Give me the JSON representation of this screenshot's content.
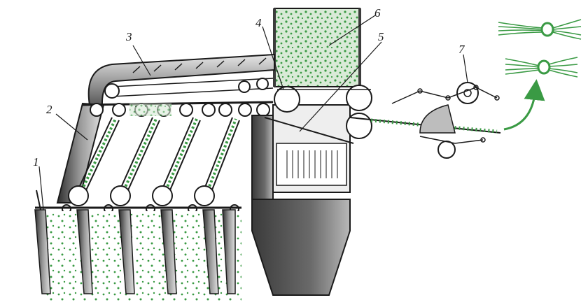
{
  "diagram": {
    "callouts": [
      {
        "id": "1",
        "text": "1"
      },
      {
        "id": "2",
        "text": "2"
      },
      {
        "id": "3",
        "text": "3"
      },
      {
        "id": "4",
        "text": "4"
      },
      {
        "id": "5",
        "text": "5"
      },
      {
        "id": "6",
        "text": "6"
      },
      {
        "id": "7",
        "text": "7"
      }
    ],
    "colors": {
      "metal_dark": "#3c3c3c",
      "metal_mid": "#8a8a8a",
      "metal_light": "#cfcfcf",
      "fiber_green": "#3a9a44",
      "line": "#1a1a1a"
    },
    "icons": {
      "output_arrow": "curved-arrow-up-icon",
      "fiber_bundle": "tied-fiber-bundle-icon"
    }
  }
}
